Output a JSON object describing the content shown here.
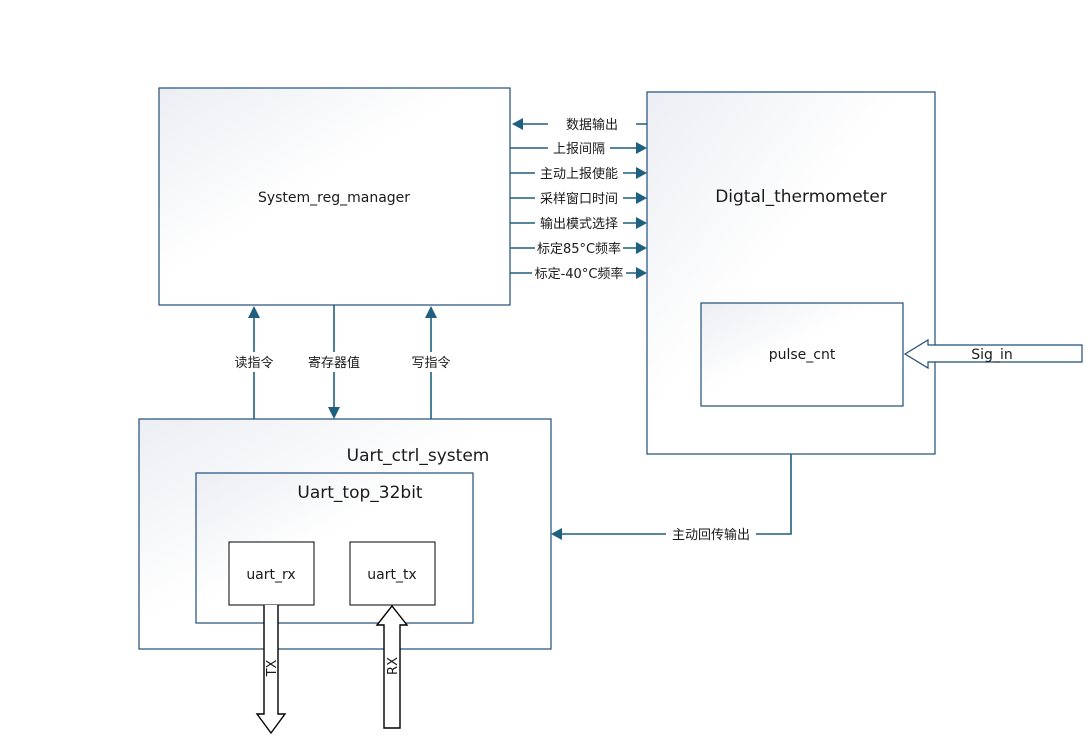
{
  "blocks": {
    "system_reg_manager": "System_reg_manager",
    "digital_thermometer": "Digtal_thermometer",
    "pulse_cnt": "pulse_cnt",
    "uart_ctrl_system": "Uart_ctrl_system",
    "uart_top_32bit": "Uart_top_32bit",
    "uart_rx": "uart_rx",
    "uart_tx": "uart_tx"
  },
  "signals": {
    "data_out": "数据输出",
    "report_interval": "上报间隔",
    "auto_report_enable": "主动上报使能",
    "sample_window_time": "采样窗口时间",
    "output_mode_select": "输出模式选择",
    "calib_85c_freq": "标定85°C频率",
    "calib_minus40c_freq": "标定-40°C频率",
    "read_cmd": "读指令",
    "reg_value": "寄存器值",
    "write_cmd": "写指令",
    "auto_loopback_out": "主动回传输出",
    "sig_in": "Sig_in",
    "tx": "TX",
    "rx": "RX"
  }
}
